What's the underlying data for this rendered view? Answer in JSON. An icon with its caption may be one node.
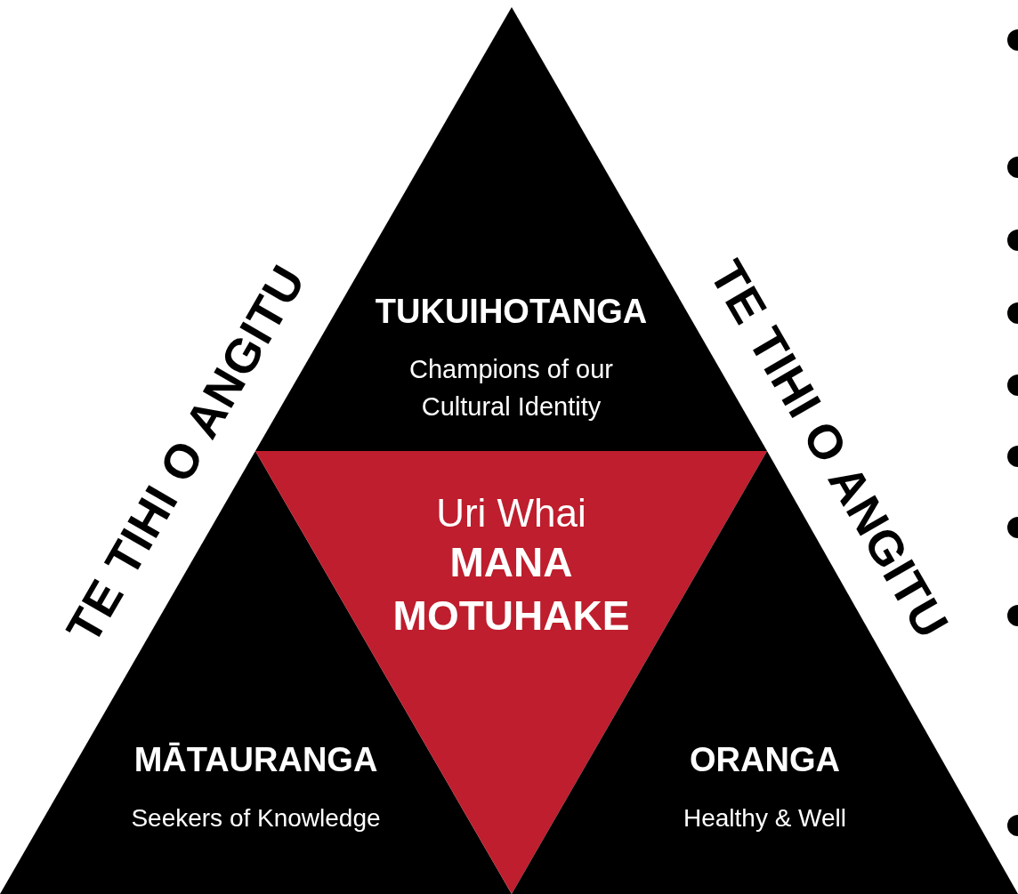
{
  "diagram": {
    "nodes": [
      {
        "text": [
          "TUKUIHOTANGA",
          "Champions of our Cultural Identity"
        ]
      },
      {
        "text": [
          "MĀTAURANGA",
          "Seekers of Knowledge"
        ]
      },
      {
        "text": [
          "Uri Whai",
          "MANA MOTUHAKE"
        ]
      },
      {
        "text": [
          "ORANGA",
          "Healthy & Well"
        ]
      }
    ],
    "labels": [
      "TE TIHI O ANGITU",
      "TE TIHI O ANGITU"
    ]
  }
}
